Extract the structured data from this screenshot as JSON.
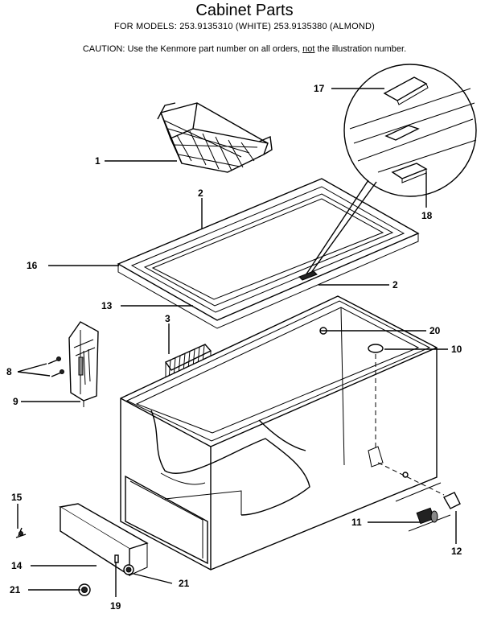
{
  "header": {
    "title": "Cabinet Parts",
    "models": "FOR MODELS:  253.9135310 (WHITE)   253.9135380 (ALMOND)",
    "caution_prefix": "CAUTION:  Use the Kenmore part number on all orders, ",
    "caution_not": "not",
    "caution_suffix": " the illustration number."
  },
  "callouts": [
    {
      "key": "c1",
      "number": "1"
    },
    {
      "key": "c2a",
      "number": "2"
    },
    {
      "key": "c2b",
      "number": "2"
    },
    {
      "key": "c3",
      "number": "3"
    },
    {
      "key": "c8",
      "number": "8"
    },
    {
      "key": "c9",
      "number": "9"
    },
    {
      "key": "c10",
      "number": "10"
    },
    {
      "key": "c11",
      "number": "11"
    },
    {
      "key": "c12",
      "number": "12"
    },
    {
      "key": "c13",
      "number": "13"
    },
    {
      "key": "c14",
      "number": "14"
    },
    {
      "key": "c15",
      "number": "15"
    },
    {
      "key": "c16",
      "number": "16"
    },
    {
      "key": "c17",
      "number": "17"
    },
    {
      "key": "c18",
      "number": "18"
    },
    {
      "key": "c19",
      "number": "19"
    },
    {
      "key": "c20",
      "number": "20"
    },
    {
      "key": "c21a",
      "number": "21"
    },
    {
      "key": "c21b",
      "number": "21"
    }
  ]
}
